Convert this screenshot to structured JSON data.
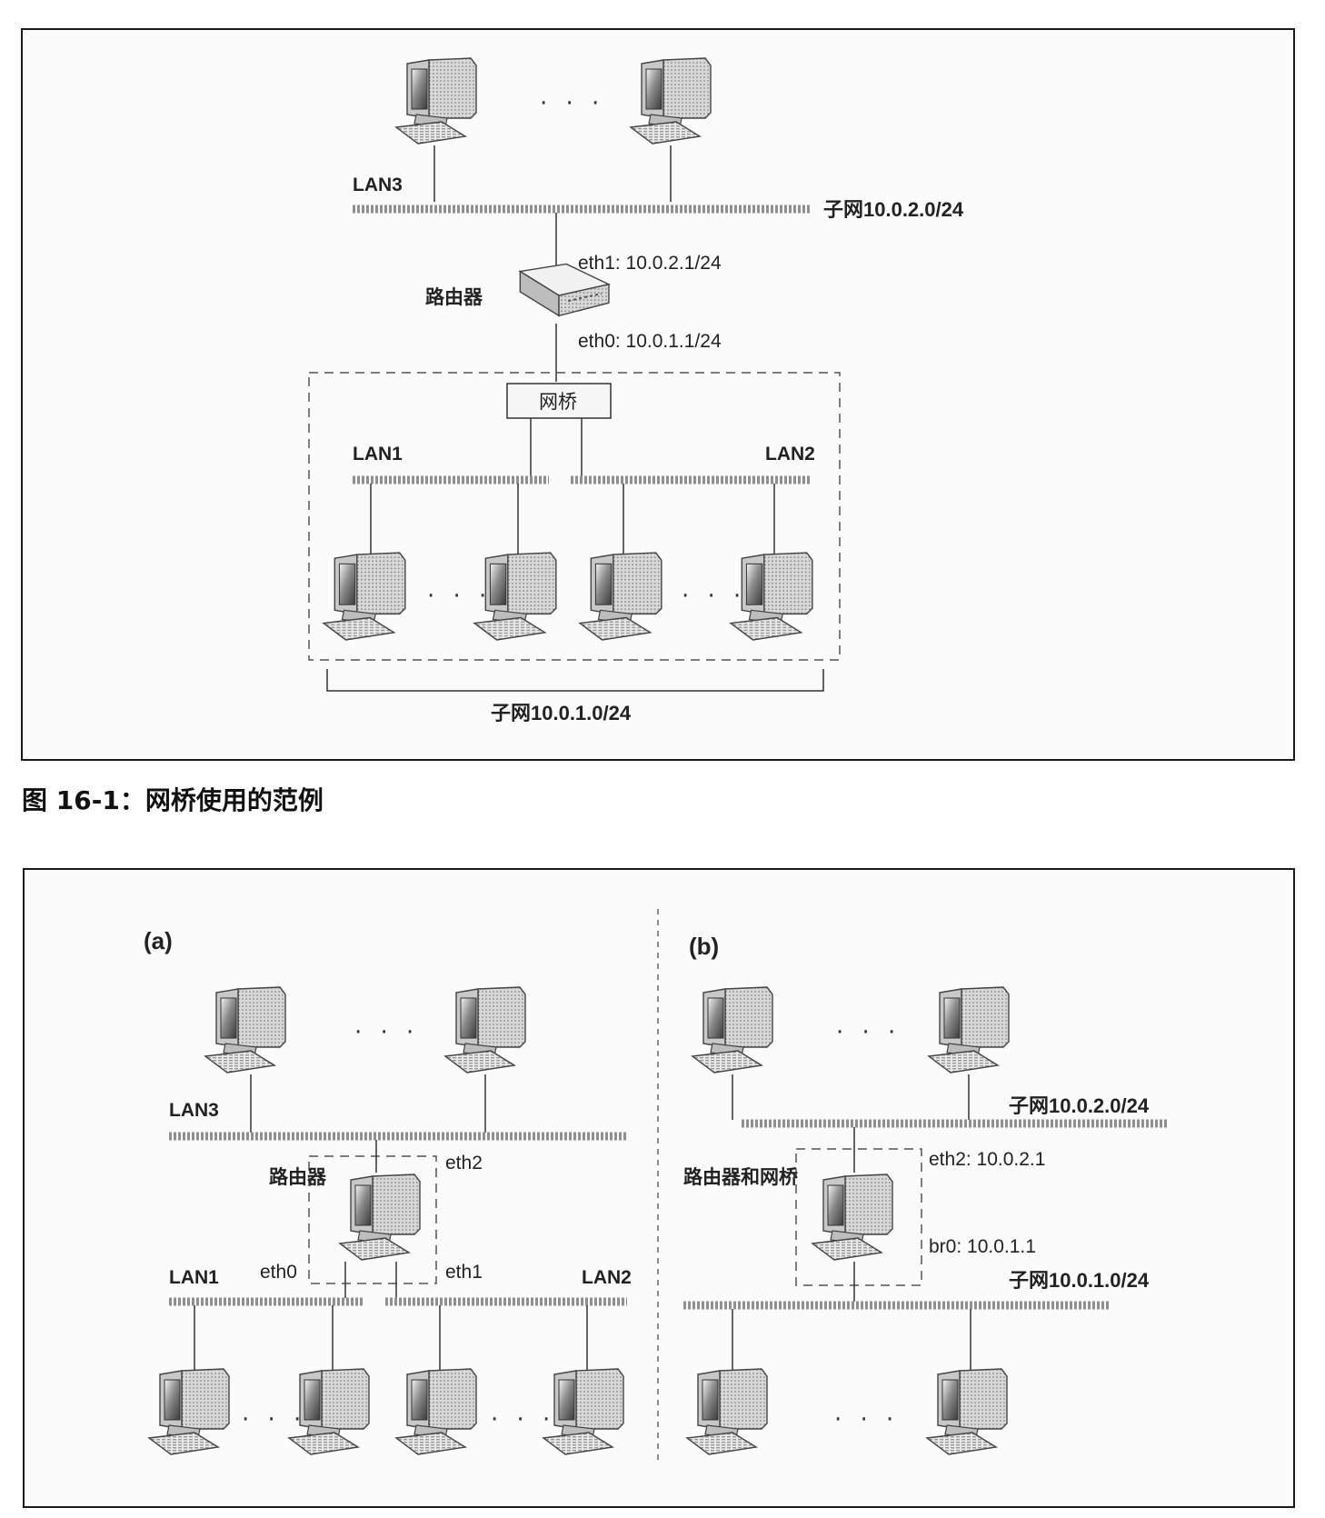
{
  "figure1": {
    "lan3_label": "LAN3",
    "subnet_top": "子网10.0.2.0/24",
    "router_label": "路由器",
    "eth1_label": "eth1: 10.0.2.1/24",
    "eth0_label": "eth0: 10.0.1.1/24",
    "bridge_label": "网桥",
    "lan1_label": "LAN1",
    "lan2_label": "LAN2",
    "subnet_bottom": "子网10.0.1.0/24",
    "ellipsis": "· · ·",
    "caption": "图 16-1：网桥使用的范例"
  },
  "figure2": {
    "a": {
      "panel_label": "(a)",
      "lan3_label": "LAN3",
      "router_label": "路由器",
      "eth2_label": "eth2",
      "eth0_label": "eth0",
      "eth1_label": "eth1",
      "lan1_label": "LAN1",
      "lan2_label": "LAN2",
      "ellipsis": "· · ·"
    },
    "b": {
      "panel_label": "(b)",
      "subnet_top": "子网10.0.2.0/24",
      "router_bridge_label": "路由器和网桥",
      "eth2_label": "eth2: 10.0.2.1",
      "br0_label": "br0: 10.0.1.1",
      "subnet_bottom": "子网10.0.1.0/24",
      "ellipsis": "· · ·"
    }
  },
  "icons": {
    "computer": "computer-icon",
    "router": "router-icon"
  }
}
